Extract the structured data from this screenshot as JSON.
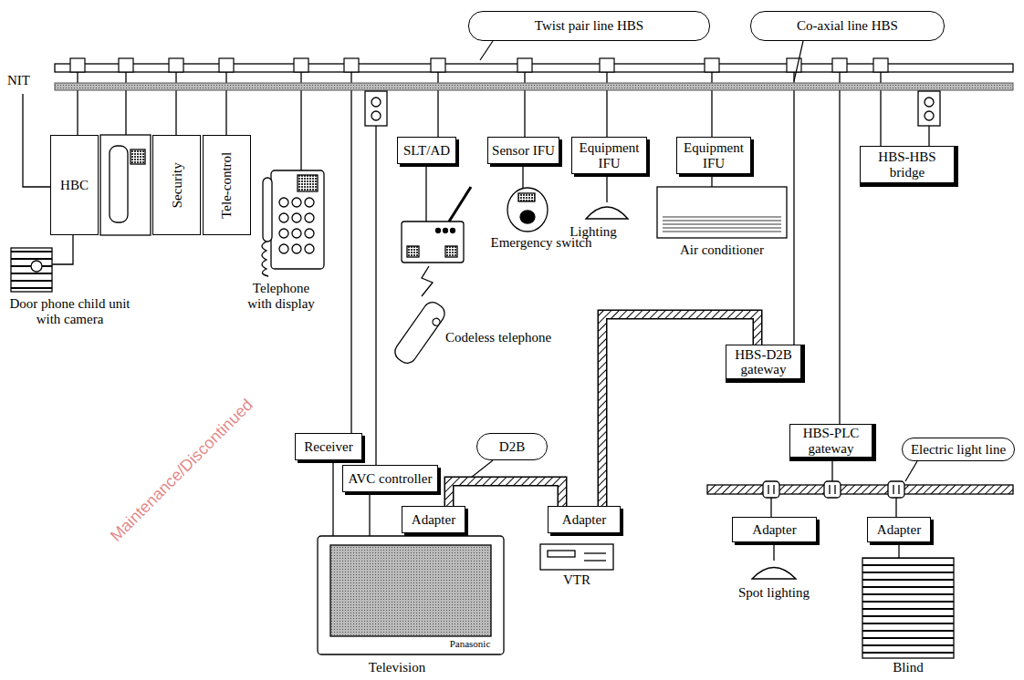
{
  "diagram": {
    "nodes": [
      {
        "text": [
          "Twist pair line HBS"
        ]
      },
      {
        "text": [
          "Co-axial line HBS"
        ]
      },
      {
        "text": [
          "HBC"
        ]
      },
      {
        "text": [
          "Security"
        ]
      },
      {
        "text": [
          "Tele-control"
        ]
      },
      {
        "text": [
          "SLT/AD"
        ]
      },
      {
        "text": [
          "Sensor IFU"
        ]
      },
      {
        "text": [
          "Equipment IFU"
        ]
      },
      {
        "text": [
          "Equipment IFU"
        ]
      },
      {
        "text": [
          "HBS-HBS bridge"
        ]
      },
      {
        "text": [
          "HBS-D2B gateway"
        ]
      },
      {
        "text": [
          "Receiver"
        ]
      },
      {
        "text": [
          "D2B"
        ]
      },
      {
        "text": [
          "HBS-PLC gateway"
        ]
      },
      {
        "text": [
          "Electric light line"
        ]
      },
      {
        "text": [
          "AVC controller"
        ]
      },
      {
        "text": [
          "Adapter"
        ]
      },
      {
        "text": [
          "Adapter"
        ]
      },
      {
        "text": [
          "Adapter"
        ]
      },
      {
        "text": [
          "Adapter"
        ]
      }
    ],
    "edges": [
      {
        "from": 10,
        "to": 17,
        "arrow": "none"
      },
      {
        "from": 16,
        "to": 17,
        "arrow": "none"
      }
    ],
    "labels": [
      "NIT",
      "Door phone child unit with camera",
      "Telephone with display",
      "Codeless telephone",
      "Emergency switch",
      "Lighting",
      "Air conditioner",
      "VTR",
      "Panasonic",
      "Television",
      "Spot lighting",
      "Blind",
      "Maintenance/Discontinued"
    ]
  }
}
